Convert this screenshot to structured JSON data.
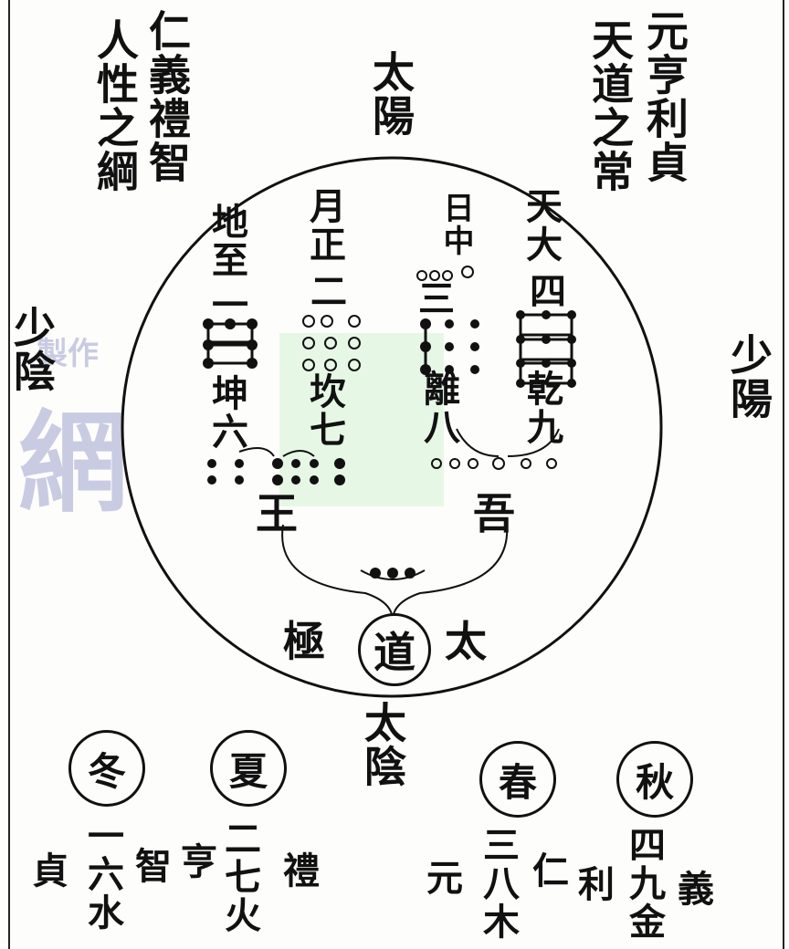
{
  "top_right_title": "元亨利貞",
  "top_right_sub": "天道之常",
  "top_left_title": "仁義禮智",
  "top_left_sub": "人性之綱",
  "top_label": "太陽",
  "left_label": "少陰",
  "right_label": "少陽",
  "bottom_label": "太陰",
  "tian": "天大",
  "tian_num": "四",
  "qian": "乾九",
  "ri": "日中",
  "ri_num": "三",
  "li": "離八",
  "yue": "月正",
  "yue_num": "二",
  "kan": "坎七",
  "di": "地至",
  "di_num": "一",
  "kun": "坤六",
  "left_node": "王",
  "right_node": "吾",
  "tai_left": "極",
  "tao": "道",
  "tai_right": "太",
  "seasons": [
    "冬",
    "夏",
    "春",
    "秋"
  ],
  "winter_a": "一六水",
  "winter_b": "貞",
  "winter_c": "智",
  "summer_a": "二七火",
  "summer_b": "亨",
  "summer_c": "禮",
  "spring_a": "三八木",
  "spring_b": "元",
  "spring_c": "仁",
  "autumn_a": "四九金",
  "autumn_b": "利",
  "autumn_c": "義",
  "watermark_top": "製作",
  "watermark_main": "網"
}
